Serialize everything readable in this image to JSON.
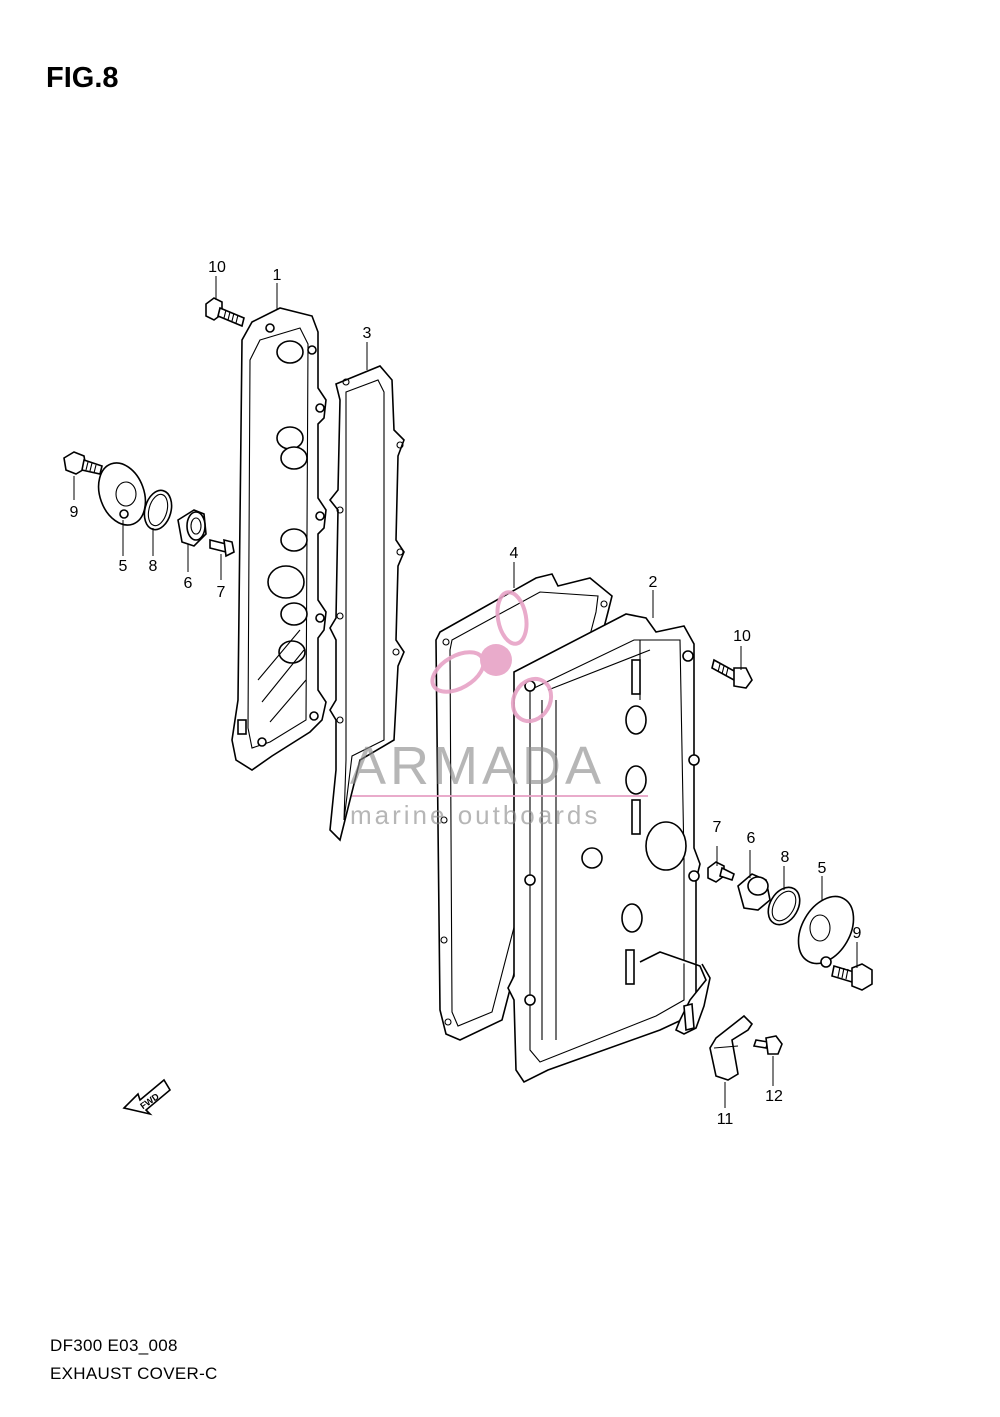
{
  "figure": {
    "title": "FIG.8",
    "model_code": "DF300 E03_008",
    "section_name": "EXHAUST COVER-C"
  },
  "watermark": {
    "brand": "ARMADA",
    "tagline": "marine outboards",
    "color": "#e7a3c6"
  },
  "fwd_arrow": {
    "label": "FWD"
  },
  "callouts": [
    {
      "id": "c10a",
      "number": "10"
    },
    {
      "id": "c1",
      "number": "1"
    },
    {
      "id": "c3",
      "number": "3"
    },
    {
      "id": "c9a",
      "number": "9"
    },
    {
      "id": "c5a",
      "number": "5"
    },
    {
      "id": "c8a",
      "number": "8"
    },
    {
      "id": "c6a",
      "number": "6"
    },
    {
      "id": "c7a",
      "number": "7"
    },
    {
      "id": "c4",
      "number": "4"
    },
    {
      "id": "c2",
      "number": "2"
    },
    {
      "id": "c10b",
      "number": "10"
    },
    {
      "id": "c7b",
      "number": "7"
    },
    {
      "id": "c6b",
      "number": "6"
    },
    {
      "id": "c8b",
      "number": "8"
    },
    {
      "id": "c5b",
      "number": "5"
    },
    {
      "id": "c9b",
      "number": "9"
    },
    {
      "id": "c11",
      "number": "11"
    },
    {
      "id": "c12",
      "number": "12"
    }
  ]
}
